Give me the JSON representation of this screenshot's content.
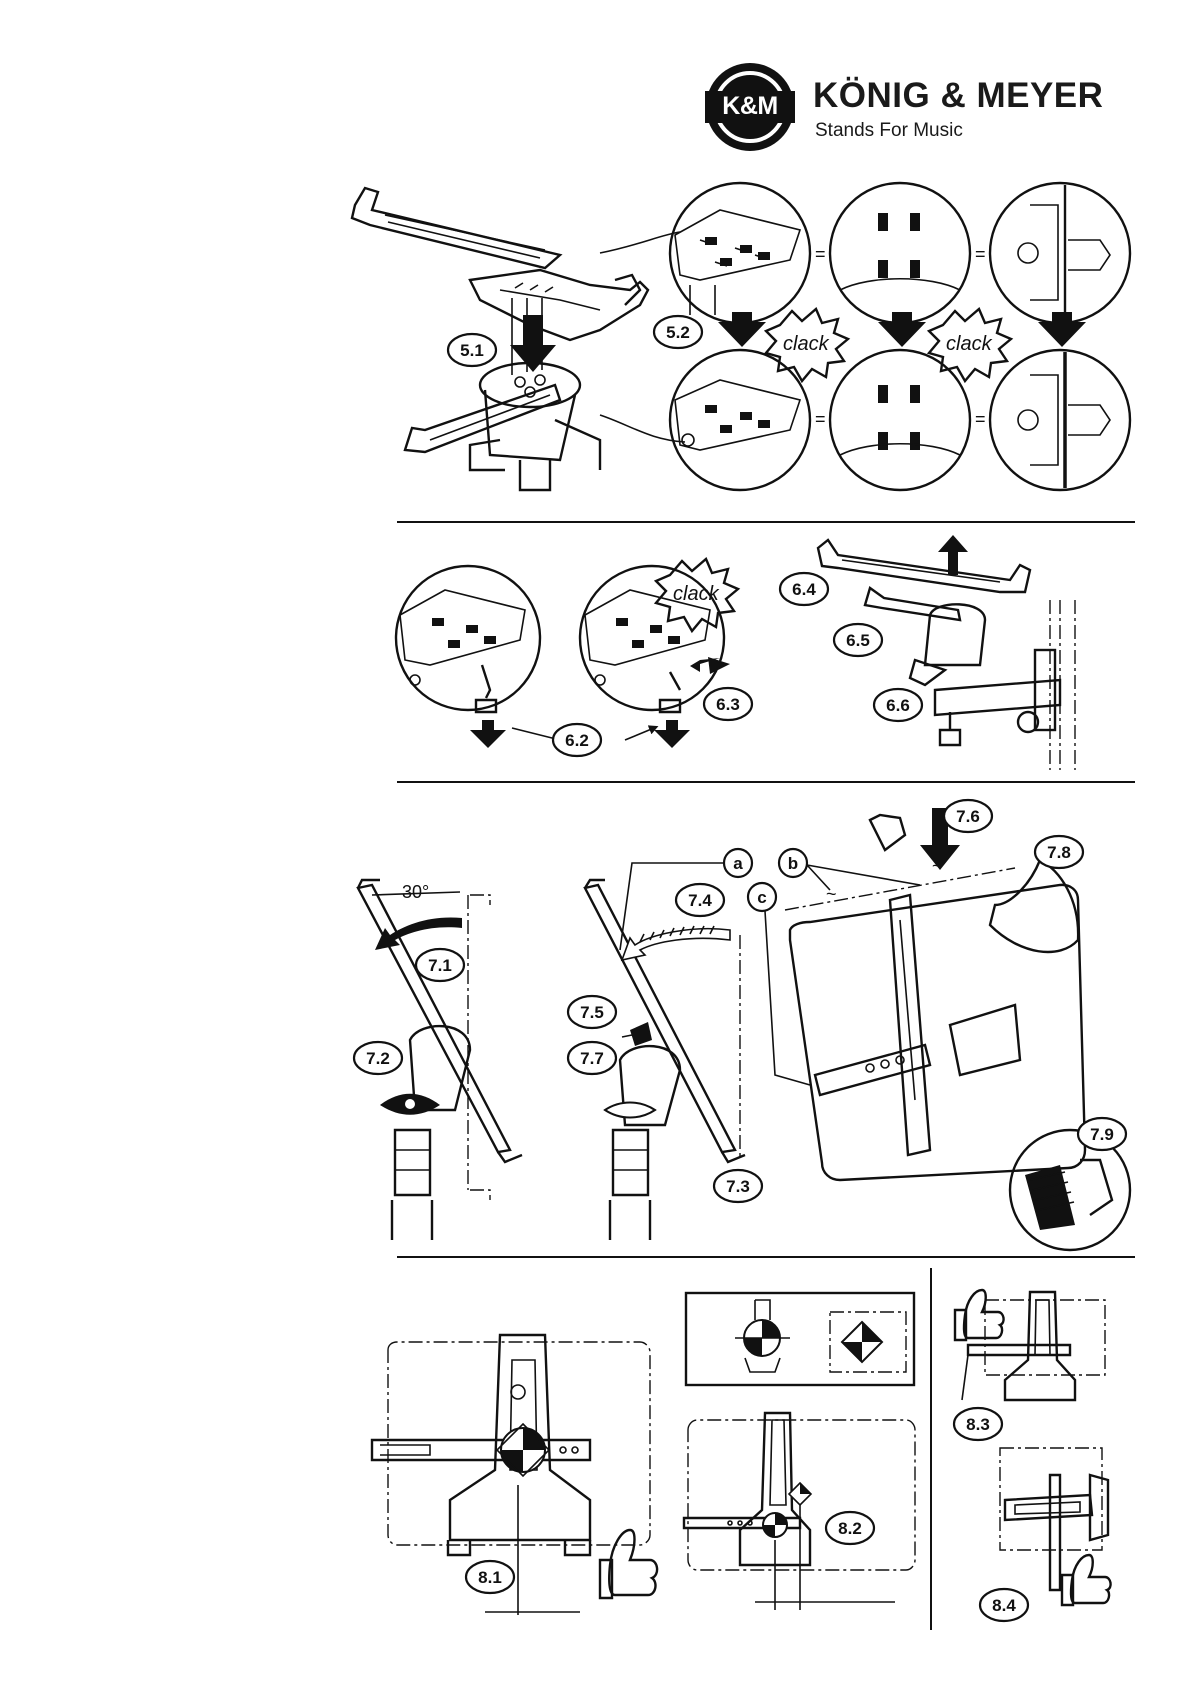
{
  "brand": {
    "mark": "K&M",
    "name": "KÖNIG & MEYER",
    "tagline": "Stands For Music"
  },
  "labels": {
    "s5_1": "5.1",
    "s5_2": "5.2",
    "s6_2": "6.2",
    "s6_3": "6.3",
    "s6_4": "6.4",
    "s6_5": "6.5",
    "s6_6": "6.6",
    "s7_1": "7.1",
    "s7_2": "7.2",
    "s7_3": "7.3",
    "s7_4": "7.4",
    "s7_5": "7.5",
    "s7_6": "7.6",
    "s7_7": "7.7",
    "s7_8": "7.8",
    "s7_9": "7.9",
    "la": "a",
    "lb": "b",
    "lc": "c",
    "s8_1": "8.1",
    "s8_2": "8.2",
    "s8_3": "8.3",
    "s8_4": "8.4"
  },
  "text": {
    "clack": "clack",
    "equals": "=",
    "angle": "30°",
    "tilde": "~"
  },
  "icons": [
    "down-arrow-icon",
    "up-arrow-icon",
    "thumbs-up-icon",
    "balance-point-icon",
    "eye-icon"
  ]
}
